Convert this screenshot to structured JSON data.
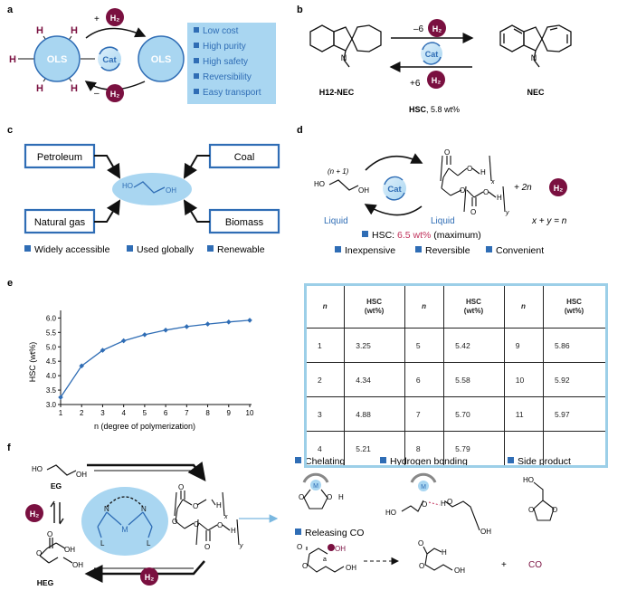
{
  "panel_a": {
    "letter": "a",
    "h2_top_plus": "+",
    "h2_bottom_minus": "–",
    "h2": "H₂",
    "ols_left": "OLS",
    "ols_right": "OLS",
    "cat": "Cat",
    "h": "H",
    "features": [
      "Low cost",
      "High purity",
      "High safety",
      "Reversibility",
      "Easy transport"
    ]
  },
  "panel_b": {
    "letter": "b",
    "top_arrow_label": "–6",
    "bottom_arrow_label": "+6",
    "h2": "H₂",
    "cat": "Cat",
    "left_name": "H12-NEC",
    "right_name": "NEC",
    "hsc": "HSC",
    "hsc_value": ", 5.8 wt%",
    "n_atom": "N"
  },
  "panel_c": {
    "letter": "c",
    "sources": [
      "Petroleum",
      "Coal",
      "Natural gas",
      "Biomass"
    ],
    "eg_ho": "HO",
    "eg_oh": "OH",
    "features": [
      "Widely accessible",
      "Used globally",
      "Renewable"
    ]
  },
  "panel_d": {
    "letter": "d",
    "coef": "(n + 1)",
    "ho": "HO",
    "oh": "OH",
    "liquid_left": "Liquid",
    "liquid_right": "Liquid",
    "cat": "Cat",
    "plus_2n": "+ 2n",
    "h2": "H₂",
    "xy": "x + y = n",
    "hsc_prefix": "HSC: ",
    "hsc_value": "6.5 wt%",
    "hsc_suffix": " (maximum)",
    "sub_x": "x",
    "sub_y": "y",
    "o": "O",
    "h": "H",
    "features": [
      "Inexpensive",
      "Reversible",
      "Convenient"
    ]
  },
  "panel_e": {
    "letter": "e",
    "chart_data": {
      "type": "line",
      "x": [
        1,
        2,
        3,
        4,
        5,
        6,
        7,
        8,
        9,
        10
      ],
      "values": [
        3.25,
        4.34,
        4.88,
        5.21,
        5.42,
        5.58,
        5.7,
        5.79,
        5.86,
        5.92
      ],
      "xlabel": "n (degree of polymerization)",
      "ylabel": "HSC (wt%)",
      "x_ticks": [
        "1",
        "2",
        "3",
        "4",
        "5",
        "6",
        "7",
        "8",
        "9",
        "10"
      ],
      "y_ticks": [
        "3.0",
        "3.5",
        "4.0",
        "4.5",
        "5.0",
        "5.5",
        "6.0"
      ],
      "ylim": [
        3.0,
        6.2
      ],
      "xlim": [
        1,
        10
      ],
      "grid": false,
      "color": "#2f6db5"
    },
    "table": {
      "headers": [
        "n",
        "HSC\n(wt%)",
        "n",
        "HSC\n(wt%)",
        "n",
        "HSC\n(wt%)"
      ],
      "rows": [
        [
          "1",
          "3.25",
          "5",
          "5.42",
          "9",
          "5.86"
        ],
        [
          "2",
          "4.34",
          "6",
          "5.58",
          "10",
          "5.92"
        ],
        [
          "3",
          "4.88",
          "7",
          "5.70",
          "11",
          "5.97"
        ],
        [
          "4",
          "5.21",
          "8",
          "5.79",
          "",
          ""
        ]
      ]
    }
  },
  "panel_f": {
    "letter": "f",
    "eg": "EG",
    "heg": "HEG",
    "ho": "HO",
    "oh": "OH",
    "h2": "H₂",
    "n": "N",
    "m": "M",
    "l": "L",
    "h": "H",
    "o": "O",
    "sub_x": "x",
    "sub_y": "y",
    "features": [
      "Chelating",
      "Hydrogen bonding",
      "Side product",
      "Releasing CO"
    ],
    "co": "CO",
    "plus": "+",
    "a_label": "a"
  },
  "colors": {
    "blue": "#2f6db5",
    "light_blue": "#a9d6f1",
    "h2_maroon": "#7a1040",
    "hsc_red": "#c0305a"
  }
}
